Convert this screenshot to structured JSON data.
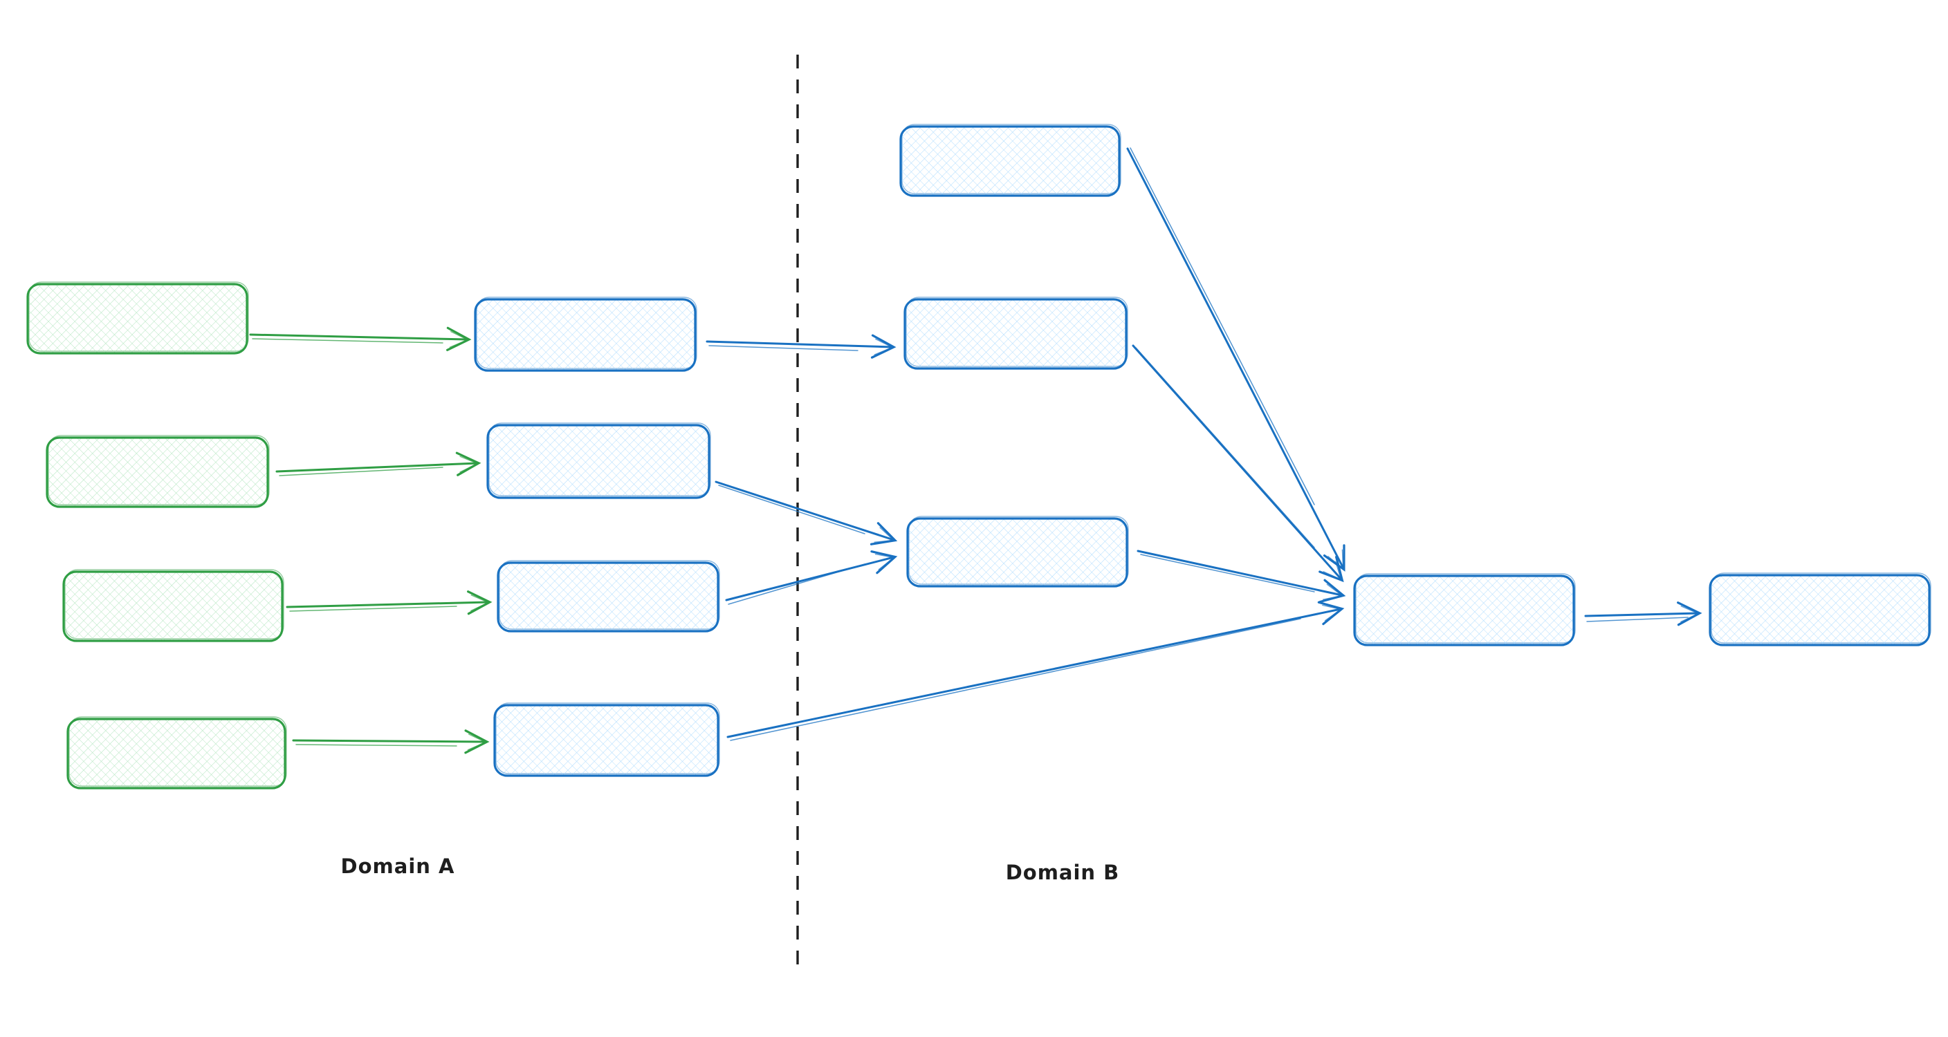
{
  "diagram": {
    "labels": {
      "domain_a": "Domain A",
      "domain_b": "Domain B"
    },
    "colors": {
      "green_stroke": "#2f9e44",
      "green_fill": "#a9e3b8",
      "blue_stroke": "#1971c2",
      "blue_fill": "#a5d8ff",
      "divider": "#1e1e1e",
      "label_text": "#1e1e1e",
      "background": "#ffffff"
    },
    "nodes": [
      {
        "id": "a-input-1",
        "domain": "Domain A",
        "color": "green",
        "text": ""
      },
      {
        "id": "a-input-2",
        "domain": "Domain A",
        "color": "green",
        "text": ""
      },
      {
        "id": "a-input-3",
        "domain": "Domain A",
        "color": "green",
        "text": ""
      },
      {
        "id": "a-input-4",
        "domain": "Domain A",
        "color": "green",
        "text": ""
      },
      {
        "id": "a-stage-1",
        "domain": "Domain A",
        "color": "blue",
        "text": ""
      },
      {
        "id": "a-stage-2",
        "domain": "Domain A",
        "color": "blue",
        "text": ""
      },
      {
        "id": "a-stage-3",
        "domain": "Domain A",
        "color": "blue",
        "text": ""
      },
      {
        "id": "a-stage-4",
        "domain": "Domain A",
        "color": "blue",
        "text": ""
      },
      {
        "id": "b-stage-1",
        "domain": "Domain B",
        "color": "blue",
        "text": ""
      },
      {
        "id": "b-stage-2",
        "domain": "Domain B",
        "color": "blue",
        "text": ""
      },
      {
        "id": "b-stage-3",
        "domain": "Domain B",
        "color": "blue",
        "text": ""
      },
      {
        "id": "b-merge",
        "domain": "Domain B",
        "color": "blue",
        "text": ""
      },
      {
        "id": "b-output",
        "domain": "Domain B",
        "color": "blue",
        "text": ""
      }
    ],
    "edges": [
      {
        "from": "a-input-1",
        "to": "a-stage-1",
        "color": "green"
      },
      {
        "from": "a-input-2",
        "to": "a-stage-2",
        "color": "green"
      },
      {
        "from": "a-input-3",
        "to": "a-stage-3",
        "color": "green"
      },
      {
        "from": "a-input-4",
        "to": "a-stage-4",
        "color": "green"
      },
      {
        "from": "a-stage-1",
        "to": "b-stage-2",
        "color": "blue"
      },
      {
        "from": "a-stage-2",
        "to": "b-stage-3",
        "color": "blue"
      },
      {
        "from": "a-stage-3",
        "to": "b-stage-3",
        "color": "blue"
      },
      {
        "from": "a-stage-4",
        "to": "b-merge",
        "color": "blue"
      },
      {
        "from": "b-stage-1",
        "to": "b-merge",
        "color": "blue"
      },
      {
        "from": "b-stage-2",
        "to": "b-merge",
        "color": "blue"
      },
      {
        "from": "b-stage-3",
        "to": "b-merge",
        "color": "blue"
      },
      {
        "from": "b-merge",
        "to": "b-output",
        "color": "blue"
      }
    ],
    "divider": {
      "style": "dashed",
      "orientation": "vertical"
    }
  }
}
